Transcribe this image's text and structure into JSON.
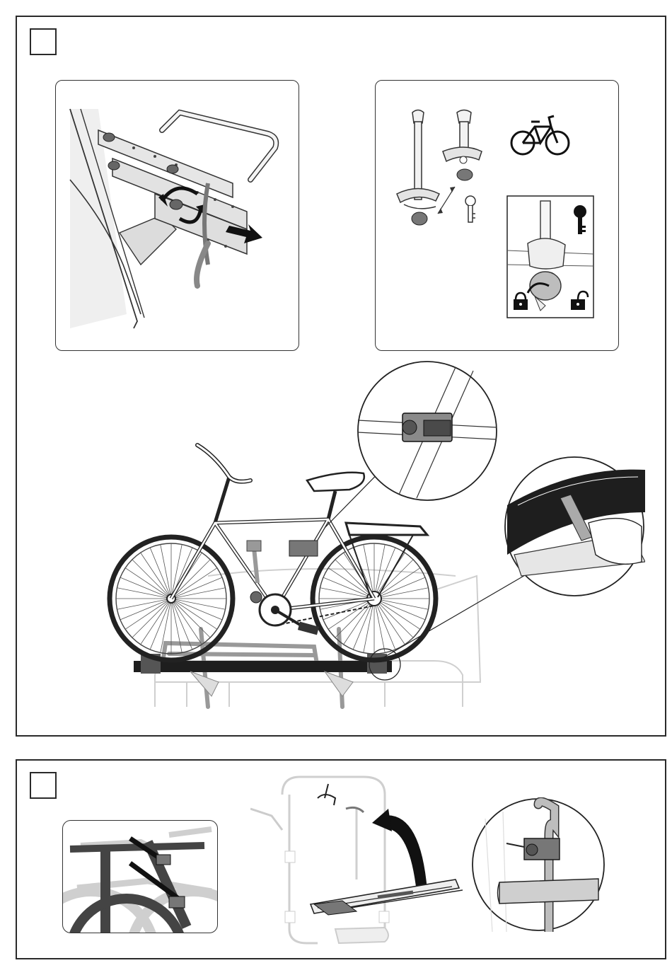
{
  "document": {
    "type": "assembly-instructions",
    "steps": [
      {
        "id": "step-1",
        "number_box": "",
        "illustrations": [
          "rack-rail-adjust",
          "bike-holders-and-lock",
          "bike-mounted-on-rack",
          "holder-clamp-detail",
          "wheel-strap-detail"
        ]
      },
      {
        "id": "step-2",
        "number_box": "",
        "illustrations": [
          "holder-on-frame",
          "rack-fold-up",
          "folded-holder-detail"
        ]
      }
    ],
    "icons": [
      "bicycle-icon",
      "key-icon",
      "lock-closed-icon",
      "lock-open-icon",
      "rotate-arrow-icon",
      "push-arrow-icon",
      "fold-up-arrow-icon"
    ]
  }
}
